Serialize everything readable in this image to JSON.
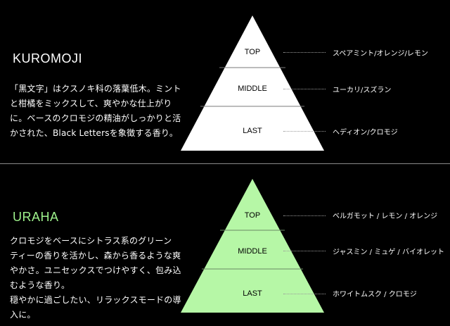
{
  "colors": {
    "background": "#000000",
    "pyramid_1": "#ffffff",
    "pyramid_2": "#b6f7a6",
    "title_2": "#9ef28c",
    "divider": "#8a8a8a"
  },
  "sections": [
    {
      "title": "KUROMOJI",
      "description": "「黒文字」はクスノキ科の落葉低木。ミント\nと柑橘をミックスして、爽やかな仕上がり\nに。ベースのクロモジの精油がしっかりと活\nかされた、Black Lettersを象徴する香り。",
      "tiers": [
        {
          "label": "TOP",
          "notes": "スペアミント/オレンジ/レモン"
        },
        {
          "label": "MIDDLE",
          "notes": "ユーカリ/スズラン"
        },
        {
          "label": "LAST",
          "notes": "ヘディオン/クロモジ"
        }
      ]
    },
    {
      "title": "URAHA",
      "description": "クロモジをベースにシトラス系のグリーン\nティーの香りを活かし、森から香るような爽\nやかさ。ユニセックスでつけやすく、包み込\nむような香り。\n穏やかに過ごしたい、リラックスモードの導\n入に。",
      "tiers": [
        {
          "label": "TOP",
          "notes": "ベルガモット / レモン / オレンジ"
        },
        {
          "label": "MIDDLE",
          "notes": "ジャスミン / ミュゲ / バイオレット"
        },
        {
          "label": "LAST",
          "notes": "ホワイトムスク / クロモジ"
        }
      ]
    }
  ]
}
